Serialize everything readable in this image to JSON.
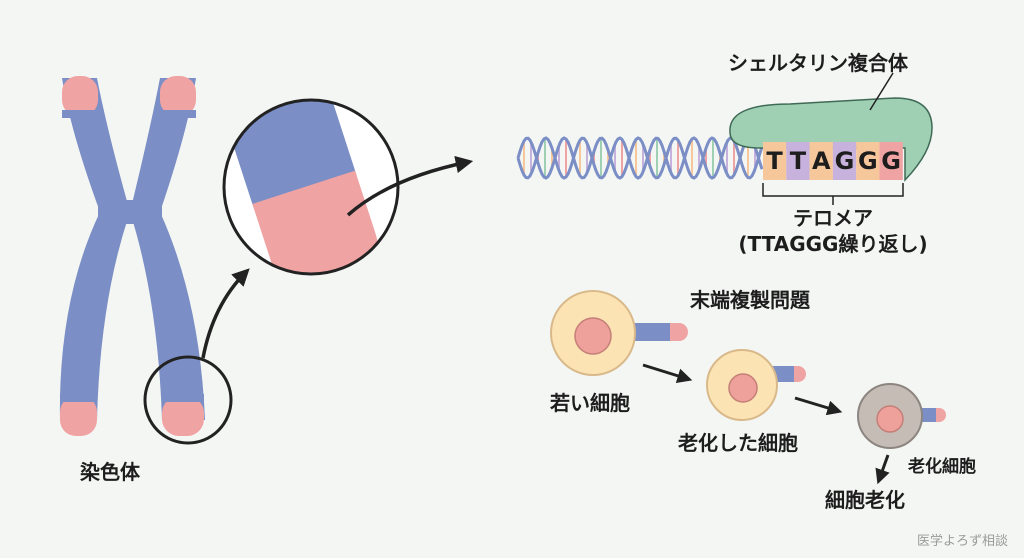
{
  "chromosome": {
    "label": "染色体"
  },
  "telomere_sequence": {
    "bases": [
      "T",
      "T",
      "A",
      "G",
      "G",
      "G"
    ],
    "shelterin_label": "シェルタリン複合体",
    "telomere_label": "テロメア",
    "telomere_sublabel": "(TTAGGG繰り返し)"
  },
  "end_replication": {
    "title": "末端複製問題",
    "young_cell": "若い細胞",
    "aged_cell": "老化した細胞",
    "senescent_cell": "老化細胞",
    "outcome": "細胞老化"
  },
  "watermark": "医学よろず相談",
  "colors": {
    "chromatid_blue": "#7b8ec5",
    "telomere_pink": "#f0a3a3",
    "shelterin_green": "#9fd0b4",
    "cell_cream": "#fbe3b3",
    "nucleus_pink": "#eea09a",
    "senescent_gray": "#c4bcb5",
    "base_colors": [
      "#f6c79b",
      "#c7b2dd",
      "#f6c79b",
      "#c7b2dd",
      "#f6c79b",
      "#f0a3a3"
    ]
  }
}
